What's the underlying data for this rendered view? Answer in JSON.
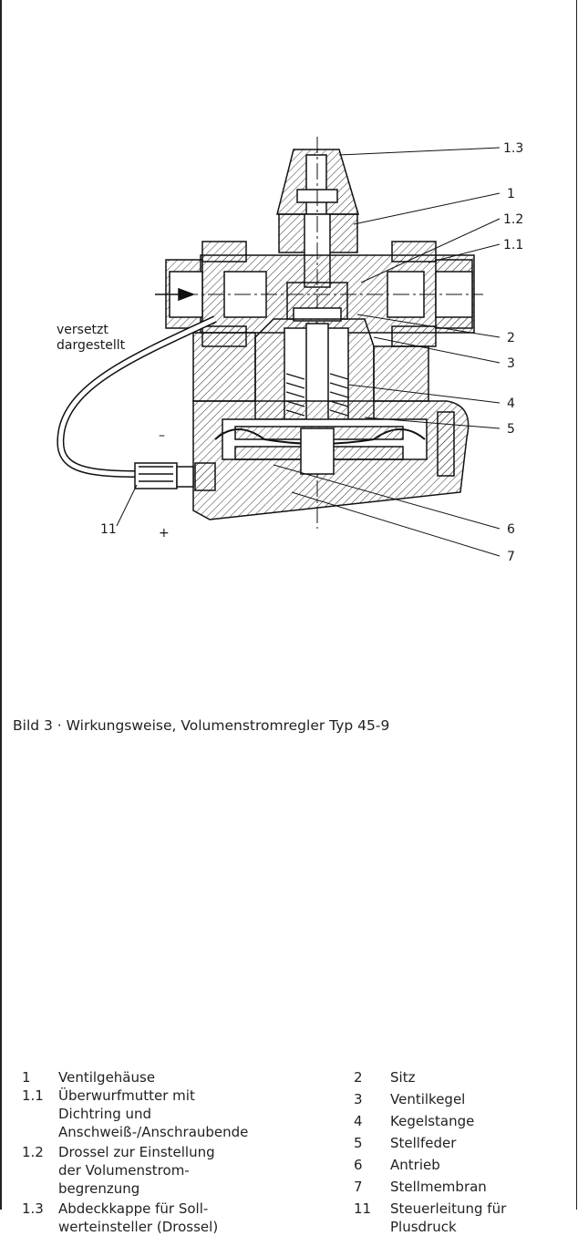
{
  "figure": {
    "labels": {
      "l13": "1.3",
      "l1": "1",
      "l12": "1.2",
      "l11": "1.1",
      "l2": "2",
      "l3": "3",
      "l4": "4",
      "l5": "5",
      "l6": "6",
      "l7": "7",
      "l11b": "11",
      "minus": "–",
      "plus": "+",
      "offset1": "versetzt",
      "offset2": "dargestellt"
    }
  },
  "caption": "Bild 3 · Wirkungsweise, Volumenstromregler Typ 45-9",
  "legend": {
    "left": [
      {
        "num": "1",
        "text": "Ventilgehäuse"
      },
      {
        "num": "1.1",
        "text": "Überwurfmutter mit\nDichtring und\nAnschweiß-/Anschraubende"
      },
      {
        "num": "1.2",
        "text": "Drossel zur Einstellung\nder Volumenstrom-\nbegrenzung"
      },
      {
        "num": "1.3",
        "text": "Abdeckkappe für Soll-\nwerteinsteller (Drossel)"
      }
    ],
    "right": [
      {
        "num": "2",
        "text": "Sitz"
      },
      {
        "num": "3",
        "text": "Ventilkegel"
      },
      {
        "num": "4",
        "text": "Kegelstange"
      },
      {
        "num": "5",
        "text": "Stellfeder"
      },
      {
        "num": "6",
        "text": "Antrieb"
      },
      {
        "num": "7",
        "text": "Stellmembran"
      },
      {
        "num": "11",
        "text": "Steuerleitung für\nPlusdruck"
      }
    ]
  }
}
